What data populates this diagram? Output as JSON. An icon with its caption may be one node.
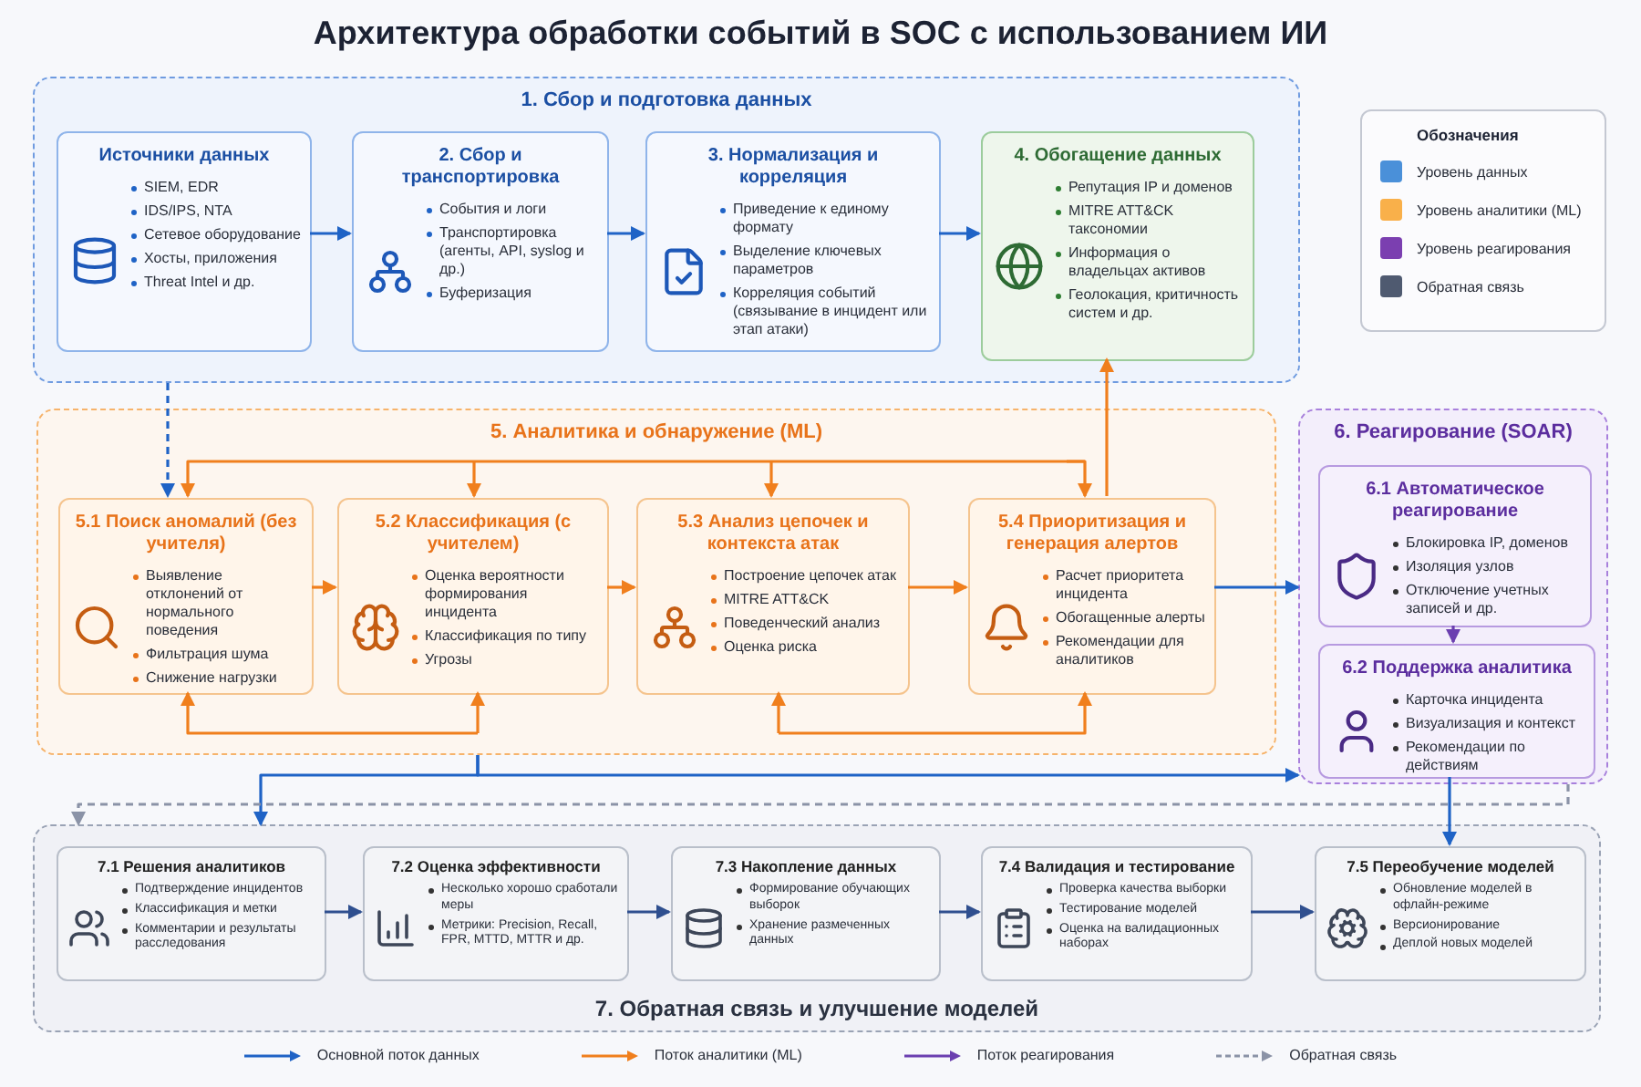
{
  "diagram": {
    "title": "Архитектура обработки событий в SOC с использованием ИИ",
    "nodes": [
      {
        "text": [
          "1. Сбор и подготовка данных"
        ]
      },
      {
        "text": [
          "Источники данных",
          "SIEM, EDR",
          "IDS/IPS, NTA",
          "Сетевое оборудование",
          "Хосты, приложения",
          "Threat Intel и др."
        ],
        "in": 0
      },
      {
        "text": [
          "2. Сбор и транспортировка",
          "События и логи",
          "Транспортировка (агенты, API, syslog и др.)",
          "Буферизация"
        ],
        "in": 0
      },
      {
        "text": [
          "3. Нормализация и корреляция",
          "Приведение к единому формату",
          "Выделение ключевых параметров",
          "Корреляция событий (связывание в инцидент или этап атаки)"
        ],
        "in": 0
      },
      {
        "text": [
          "4. Обогащение данных",
          "Репутация IP и доменов",
          "MITRE ATT&CK таксономии",
          "Информация о владельцах активов",
          "Геолокация, критичность систем и др."
        ],
        "in": 0
      },
      {
        "text": [
          "5. Аналитика и обнаружение (ML)"
        ]
      },
      {
        "text": [
          "5.1 Поиск аномалий (без учителя)",
          "Выявление отклонений от нормального поведения",
          "Фильтрация шума",
          "Снижение нагрузки"
        ],
        "in": 5
      },
      {
        "text": [
          "5.2 Классификация (с учителем)",
          "Оценка вероятности формирования инцидента",
          "Классификация по типу",
          "Угрозы"
        ],
        "in": 5
      },
      {
        "text": [
          "5.3 Анализ цепочек и контекста атак",
          "Построение цепочек атак",
          "MITRE ATT&CK",
          "Поведенческий анализ",
          "Оценка риска"
        ],
        "in": 5
      },
      {
        "text": [
          "5.4 Приоритизация и генерация алертов",
          "Расчет приоритета инцидента",
          "Обогащенные алерты",
          "Рекомендации для аналитиков"
        ],
        "in": 5
      },
      {
        "text": [
          "6. Реагирование (SOAR)"
        ]
      },
      {
        "text": [
          "6.1 Автоматическое реагирование",
          "Блокировка IP, доменов",
          "Изоляция узлов",
          "Отключение учетных записей и др."
        ],
        "in": 10
      },
      {
        "text": [
          "6.2 Поддержка аналитика",
          "Карточка инцидента",
          "Визуализация и контекст",
          "Рекомендации по действиям"
        ],
        "in": 10
      },
      {
        "text": [
          "7. Обратная связь и улучшение моделей"
        ]
      },
      {
        "text": [
          "7.1 Решения аналитиков",
          "Подтверждение инцидентов",
          "Классификация и метки",
          "Комментарии и результаты расследования"
        ],
        "in": 13
      },
      {
        "text": [
          "7.2 Оценка эффективности",
          "Несколько хорошо сработали меры",
          "Метрики: Precision, Recall, FPR, MTTD, MTTR и др."
        ],
        "in": 13
      },
      {
        "text": [
          "7.3 Накопление данных",
          "Формирование обучающих выборок",
          "Хранение размеченных данных"
        ],
        "in": 13
      },
      {
        "text": [
          "7.4 Валидация и тестирование",
          "Проверка качества выборки",
          "Тестирование моделей",
          "Оценка на валидационных наборах"
        ],
        "in": 13
      },
      {
        "text": [
          "7.5 Переобучение моделей",
          "Обновление моделей в офлайн-режиме",
          "Версионирование",
          "Деплой новых моделей"
        ],
        "in": 13
      }
    ],
    "edges": [
      {
        "from": 1,
        "to": 2,
        "arrow": "to",
        "color": "#1f63c6"
      },
      {
        "from": 2,
        "to": 3,
        "arrow": "to",
        "color": "#1f63c6"
      },
      {
        "from": 3,
        "to": 4,
        "arrow": "to",
        "color": "#1f63c6"
      },
      {
        "from": 0,
        "to": 6,
        "arrow": "to",
        "style": "dashed",
        "color": "#1f63c6"
      },
      {
        "from": null,
        "to": 6,
        "arrow": "to"
      },
      {
        "from": null,
        "to": 7,
        "arrow": "to"
      },
      {
        "from": null,
        "to": 8,
        "arrow": "to"
      },
      {
        "from": null,
        "to": 9,
        "arrow": "to"
      },
      {
        "from": 9,
        "to": 4,
        "arrow": "to"
      },
      {
        "from": 6,
        "to": 7,
        "arrow": "to"
      },
      {
        "from": 7,
        "to": 8,
        "arrow": "to"
      },
      {
        "from": 8,
        "to": 9,
        "arrow": "to"
      },
      {
        "from": 9,
        "to": 10,
        "arrow": "to",
        "color": "#1f63c6"
      },
      {
        "from": 11,
        "to": 12,
        "arrow": "to",
        "color": "#6b3fb0"
      },
      {
        "from": null,
        "to": 6,
        "arrow": "to"
      },
      {
        "from": null,
        "to": 7,
        "arrow": "to"
      },
      {
        "from": null,
        "to": 8,
        "arrow": "to"
      },
      {
        "from": null,
        "to": 9,
        "arrow": "to"
      },
      {
        "from": 5,
        "to": 13,
        "arrow": "to",
        "color": "#1f63c6"
      },
      {
        "from": 5,
        "to": 10,
        "arrow": "to",
        "color": "#1f63c6"
      },
      {
        "from": 12,
        "to": 18,
        "arrow": "to",
        "color": "#1f63c6"
      },
      {
        "from": 10,
        "to": 13,
        "arrow": "to",
        "style": "dashed",
        "color": "#8b93a7"
      },
      {
        "from": 14,
        "to": 15,
        "arrow": "to",
        "color": "#2f4f8f"
      },
      {
        "from": 15,
        "to": 16,
        "arrow": "to",
        "color": "#2f4f8f"
      },
      {
        "from": 16,
        "to": 17,
        "arrow": "to",
        "color": "#2f4f8f"
      },
      {
        "from": 17,
        "to": 18,
        "arrow": "to",
        "color": "#2f4f8f"
      }
    ],
    "labels": [
      "Обозначения"
    ],
    "legend": [
      {
        "text": "Уровень данных",
        "color": "#4a90d9"
      },
      {
        "text": "Уровень аналитики (ML)",
        "color": "#f9b04a"
      },
      {
        "text": "Уровень реагирования",
        "color": "#7b3fb0"
      },
      {
        "text": "Обратная связь",
        "color": "#4f5a70"
      },
      {
        "text": "Основной поток данных"
      },
      {
        "text": "Поток аналитики (ML)"
      },
      {
        "text": "Поток реагирования"
      },
      {
        "text": "Обратная связь"
      }
    ]
  }
}
